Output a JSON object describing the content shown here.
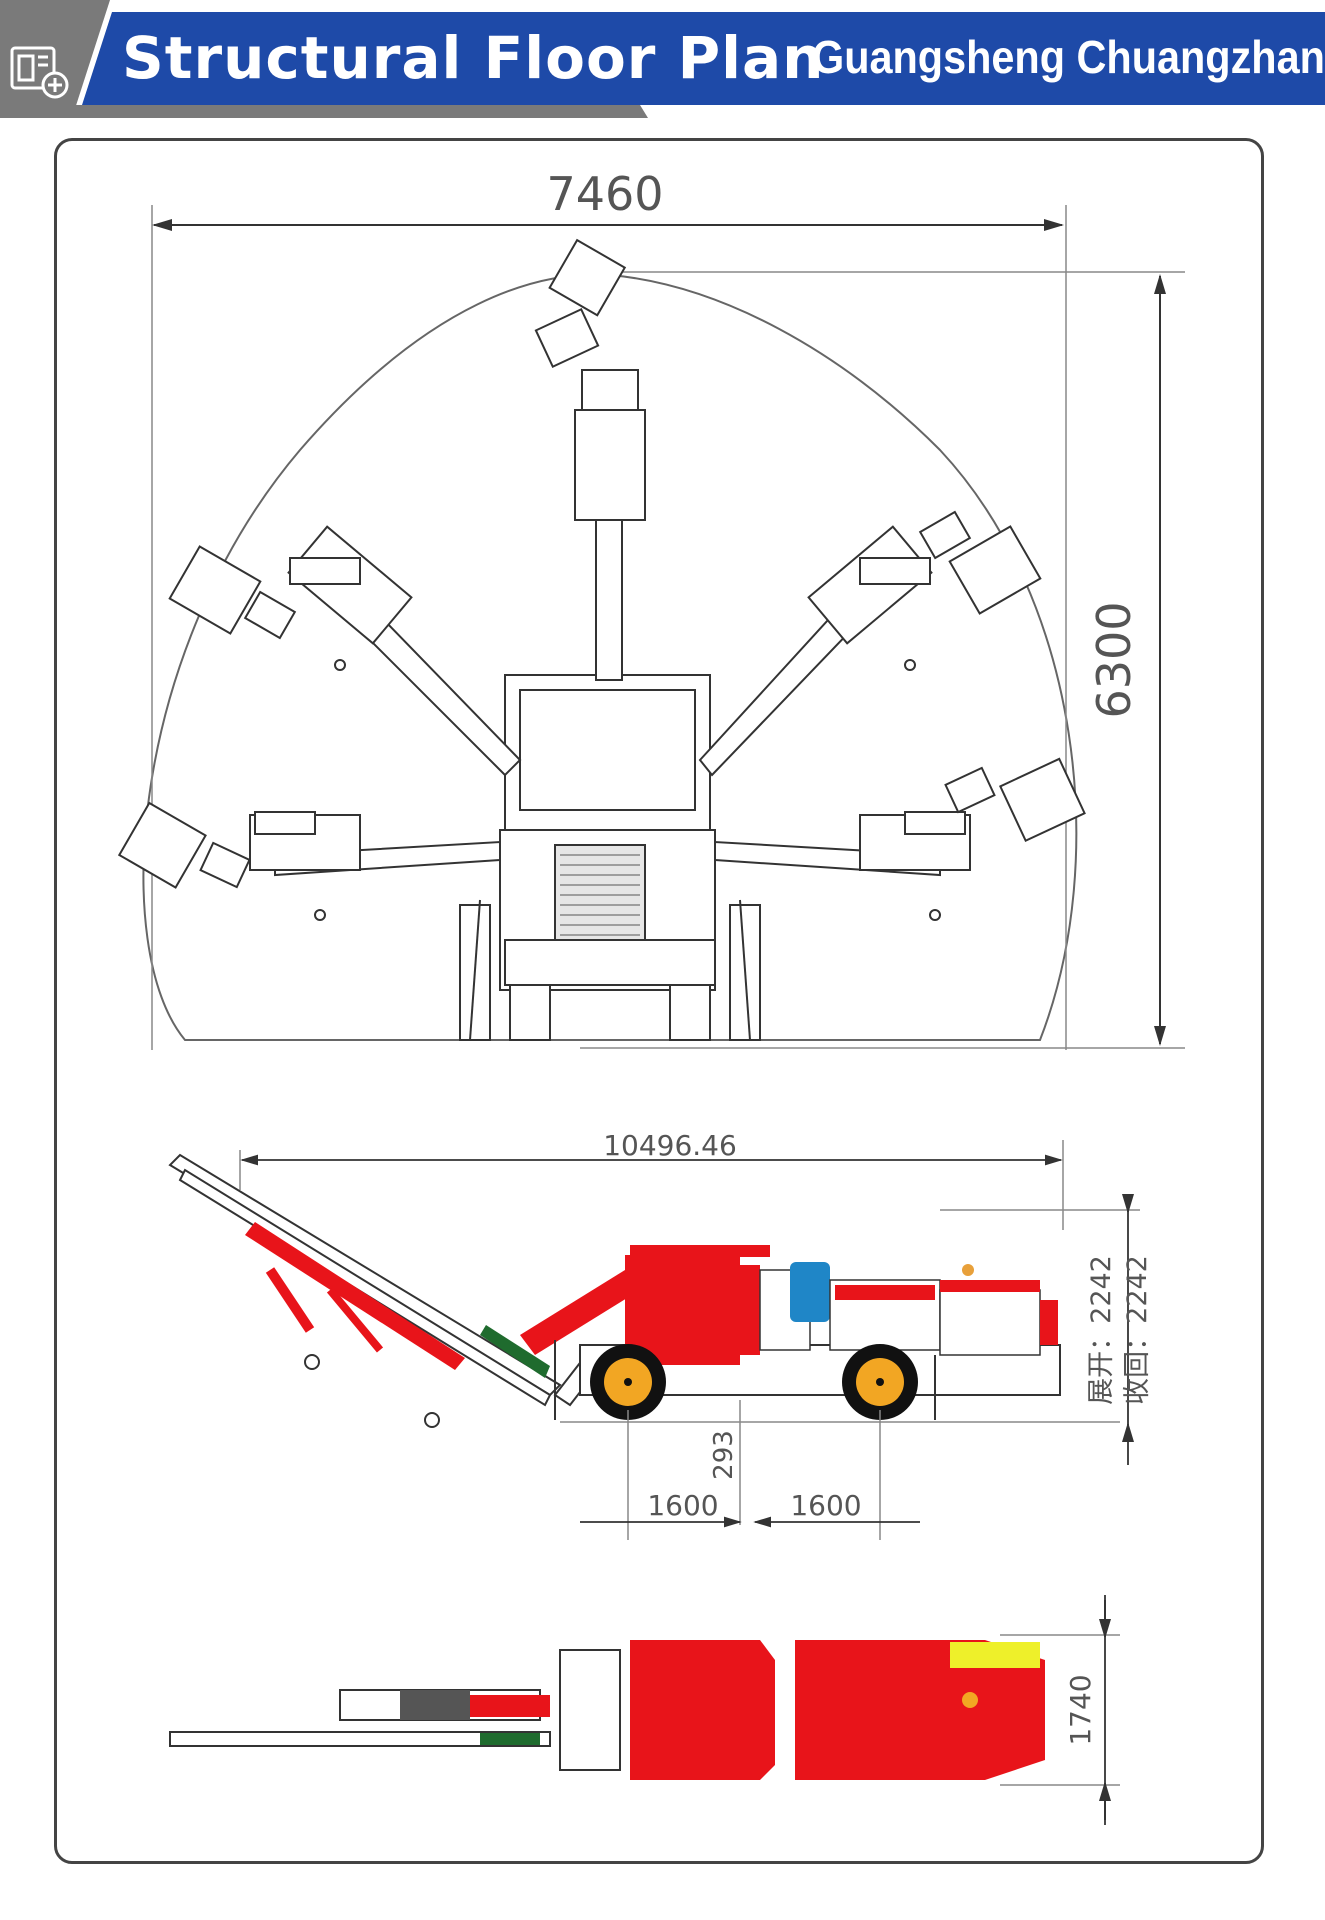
{
  "header": {
    "title": "Structural Floor Plan",
    "brand": "Guangsheng Chuangzhan",
    "icon": "floorplan-add-icon",
    "colors": {
      "banner": "#1e4aa8",
      "gray": "#7a7a7a",
      "accent_red": "#e8141a",
      "wheel": "#f2a623"
    }
  },
  "front_view": {
    "width_dim": "7460",
    "height_dim": "6300"
  },
  "side_view": {
    "length_dim": "10496.46",
    "ground_clearance_dim": "293",
    "wheel_dim_front": "1600",
    "wheel_dim_rear": "1600",
    "height_deployed_label": "展开：2242",
    "height_retracted_label": "收回：2242"
  },
  "top_view": {
    "width_dim": "1740"
  }
}
